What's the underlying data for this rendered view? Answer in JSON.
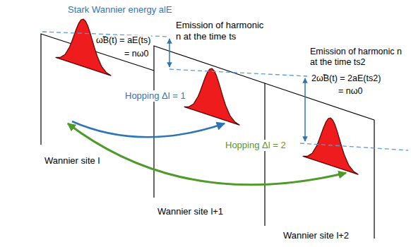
{
  "diagram": {
    "labels": [
      "Stark Wannier energy alE",
      "ω̃B(t) = aE(ts)",
      "= nω0",
      "Emission of harmonic n at the time ts",
      "Emission of harmonic n at the time ts2",
      "2ω̃B(t) = 2aE(ts2)",
      "= nω0",
      "Hopping Δl = 1",
      "Hopping Δl = 2",
      "Wannier site l",
      "Wannier site l+1",
      "Wannier site l+2"
    ]
  }
}
